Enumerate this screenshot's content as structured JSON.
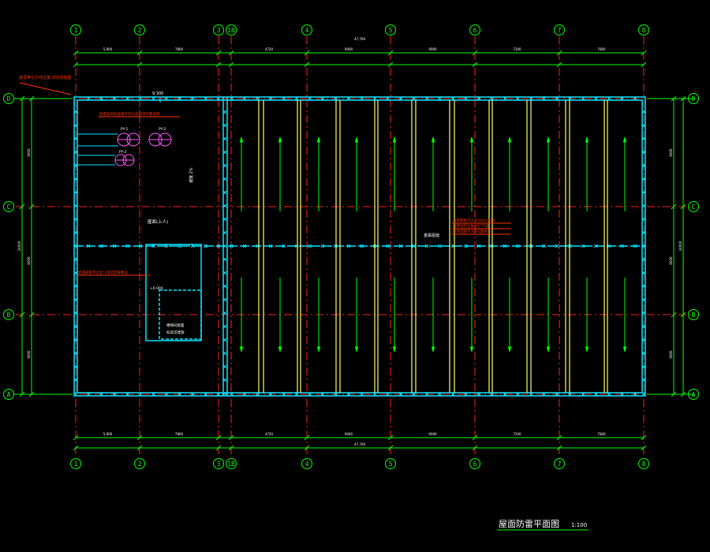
{
  "drawing": {
    "title": "屋面防雷平面图",
    "scale": "1:100",
    "grid_columns": [
      "1",
      "2",
      "3",
      "1B",
      "4",
      "5",
      "6",
      "7",
      "8"
    ],
    "grid_rows": [
      "D",
      "C",
      "B",
      "A"
    ],
    "top_dims": [
      "5,900",
      "7800",
      "4720",
      "9000",
      "9000",
      "7200",
      "7800"
    ],
    "top_total": "47,700",
    "bottom_dims": [
      "5,900",
      "7800",
      "4720",
      "9000",
      "9000",
      "7200",
      "7800"
    ],
    "bottom_total": "47,700",
    "side_dims": [
      "6000",
      "6000",
      "6000"
    ],
    "side_total": "24000",
    "left_note": "避雷带引下线位置 详见结施图",
    "roof_level": "9.300",
    "fans": [
      "PY-1",
      "PY-2",
      "PY-3"
    ],
    "fan_note": "屋面排风机金属外壳与避雷带可靠连接",
    "slope_label": "坡度 2%",
    "upper_roof_label": "屋面(上人)",
    "lower_note": "屋面避雷带沿女儿墙及屋脊敷设",
    "room_label_1": "楼梯间屋面",
    "room_label_2": "标高见建施",
    "small_level": "+0.000",
    "right_notes": [
      "避雷网格不大于20mx20m",
      "利用柱内主筋作引下线",
      "接地电阻不大于1欧姆"
    ],
    "center_label": "金属屋面"
  }
}
